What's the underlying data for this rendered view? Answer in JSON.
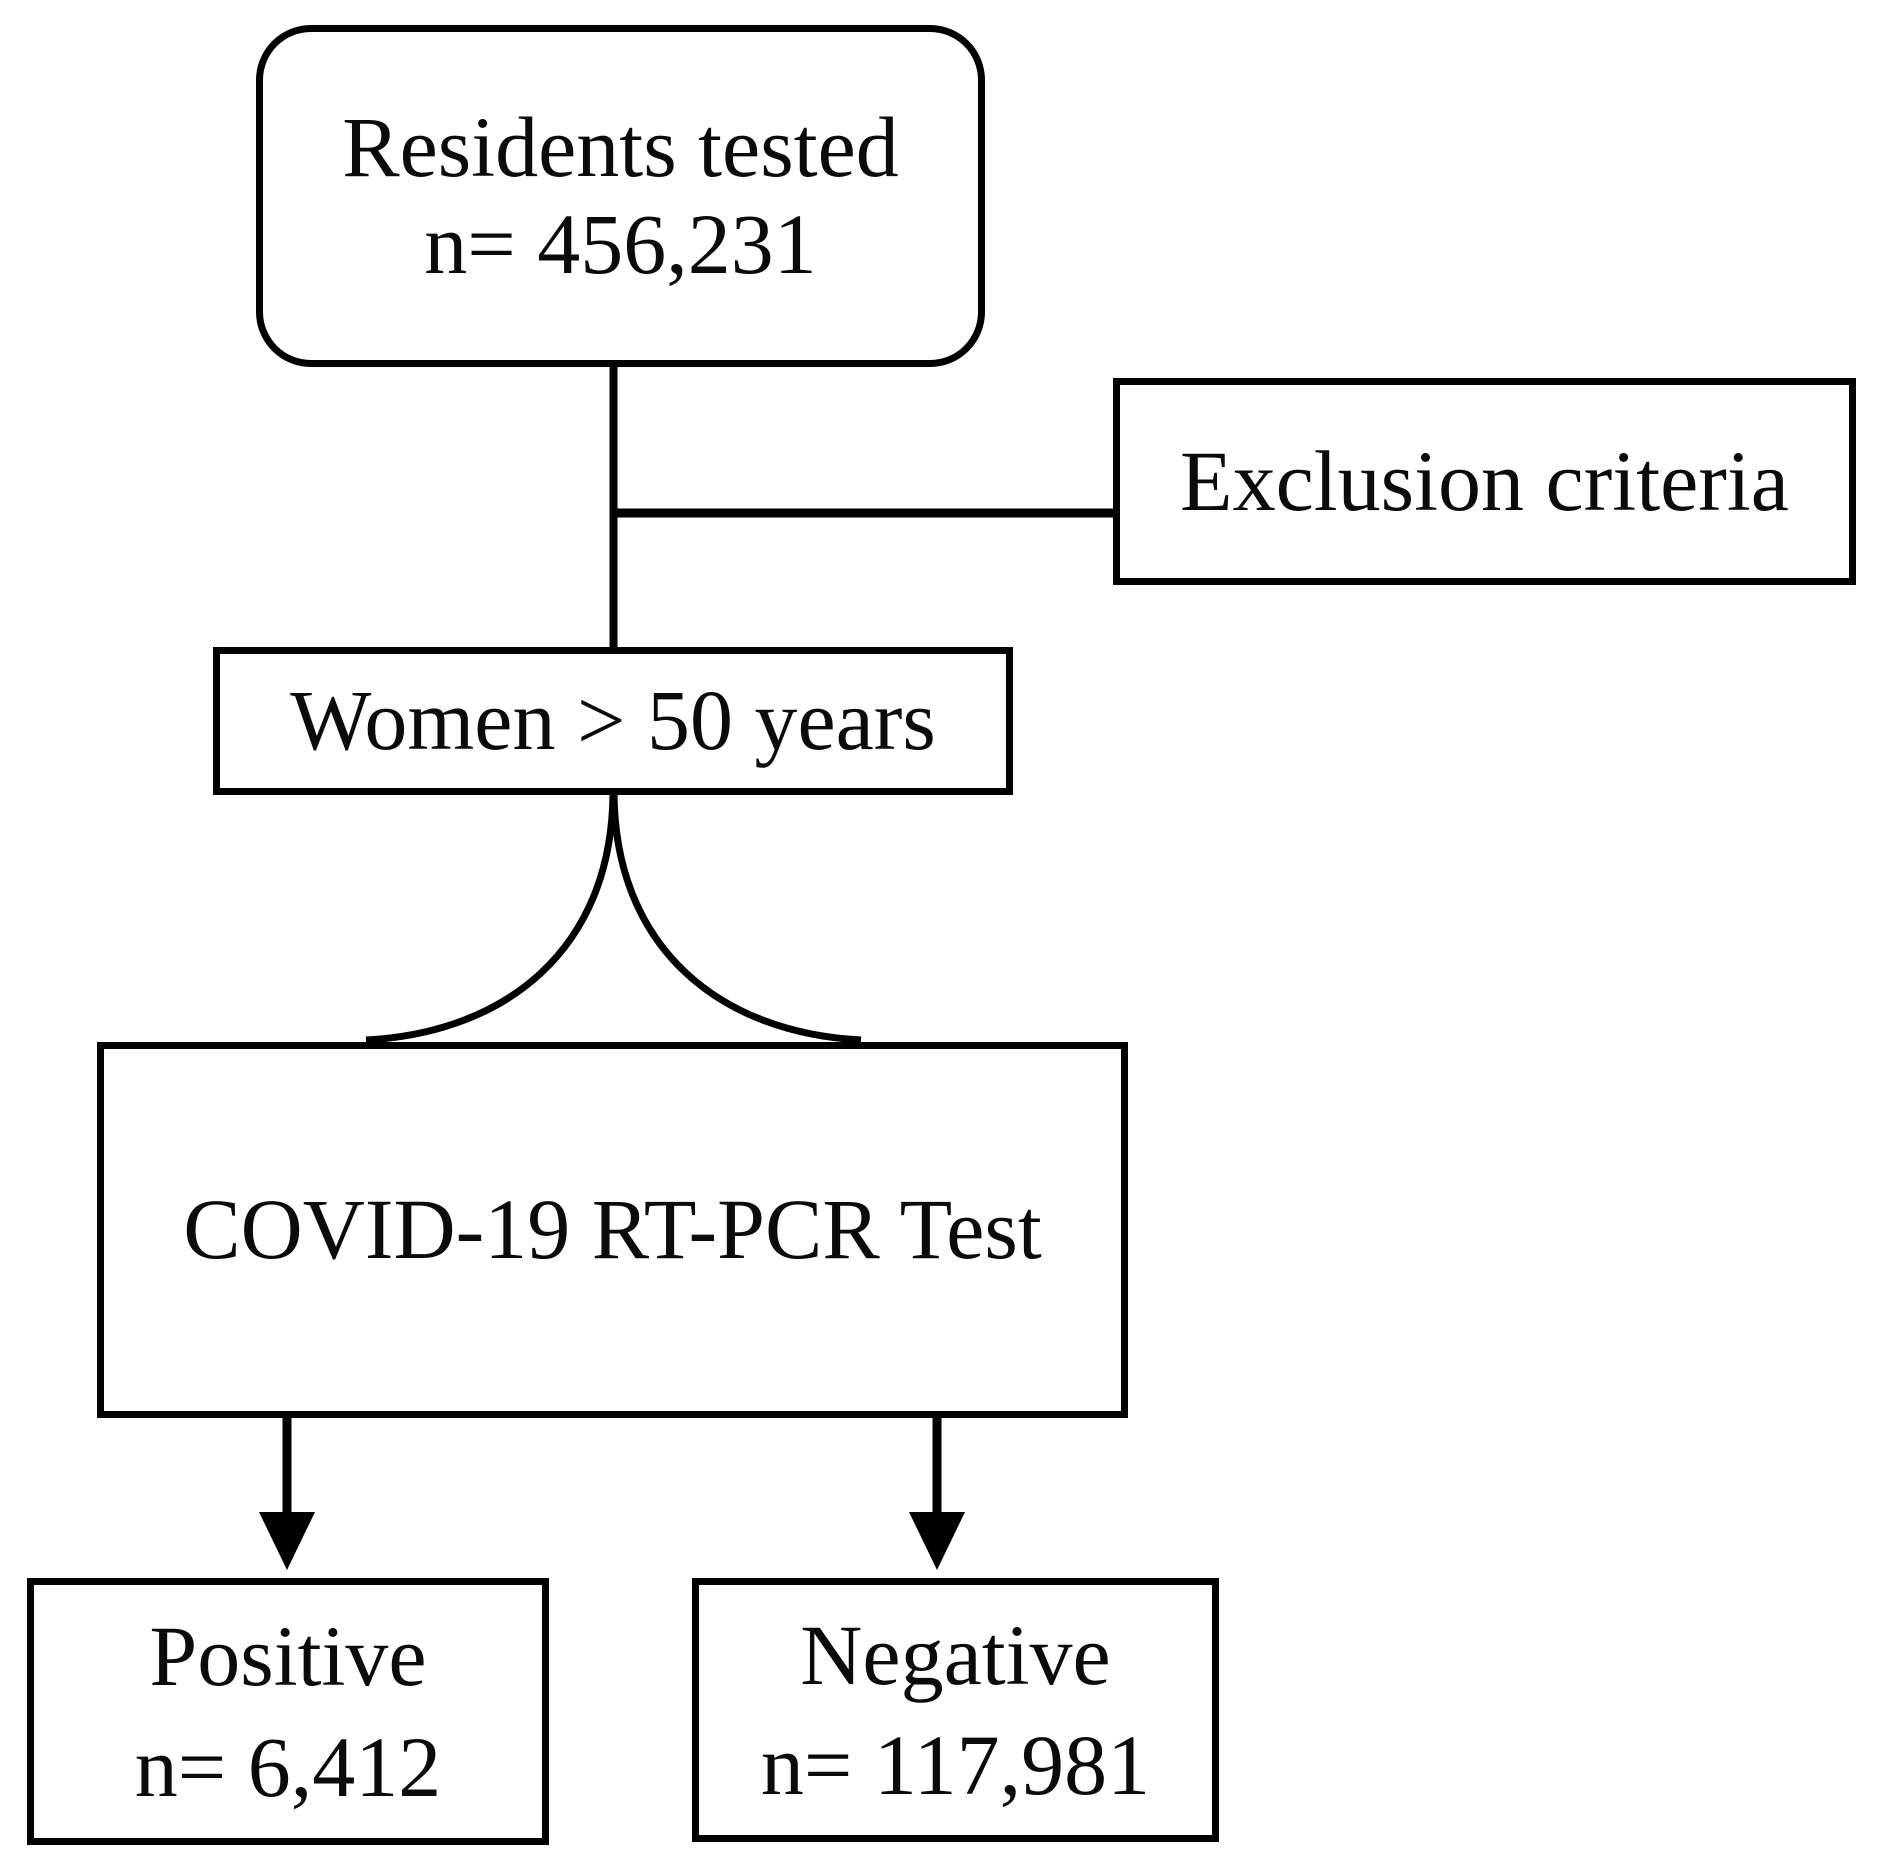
{
  "diagram": {
    "title_hint": "COVID-19 RT-PCR testing flowchart",
    "colors": {
      "line": "#000000",
      "text": "#0b0b0b",
      "background": "#ffffff"
    },
    "nodes": {
      "residents": {
        "line1": "Residents tested",
        "line2": "n= 456,231"
      },
      "exclusion": {
        "label": "Exclusion criteria"
      },
      "women": {
        "label": "Women > 50 years"
      },
      "test": {
        "label": "COVID-19 RT-PCR Test"
      },
      "positive": {
        "line1": "Positive",
        "line2": "n= 6,412"
      },
      "negative": {
        "line1": "Negative",
        "line2": "n= 117,981"
      }
    },
    "edges": [
      {
        "from": "residents",
        "to": "women",
        "type": "line"
      },
      {
        "from": "residents",
        "to": "exclusion",
        "type": "branch-line"
      },
      {
        "from": "women",
        "to": "test",
        "type": "funnel-curves"
      },
      {
        "from": "test",
        "to": "positive",
        "type": "arrow"
      },
      {
        "from": "test",
        "to": "negative",
        "type": "arrow"
      }
    ]
  }
}
